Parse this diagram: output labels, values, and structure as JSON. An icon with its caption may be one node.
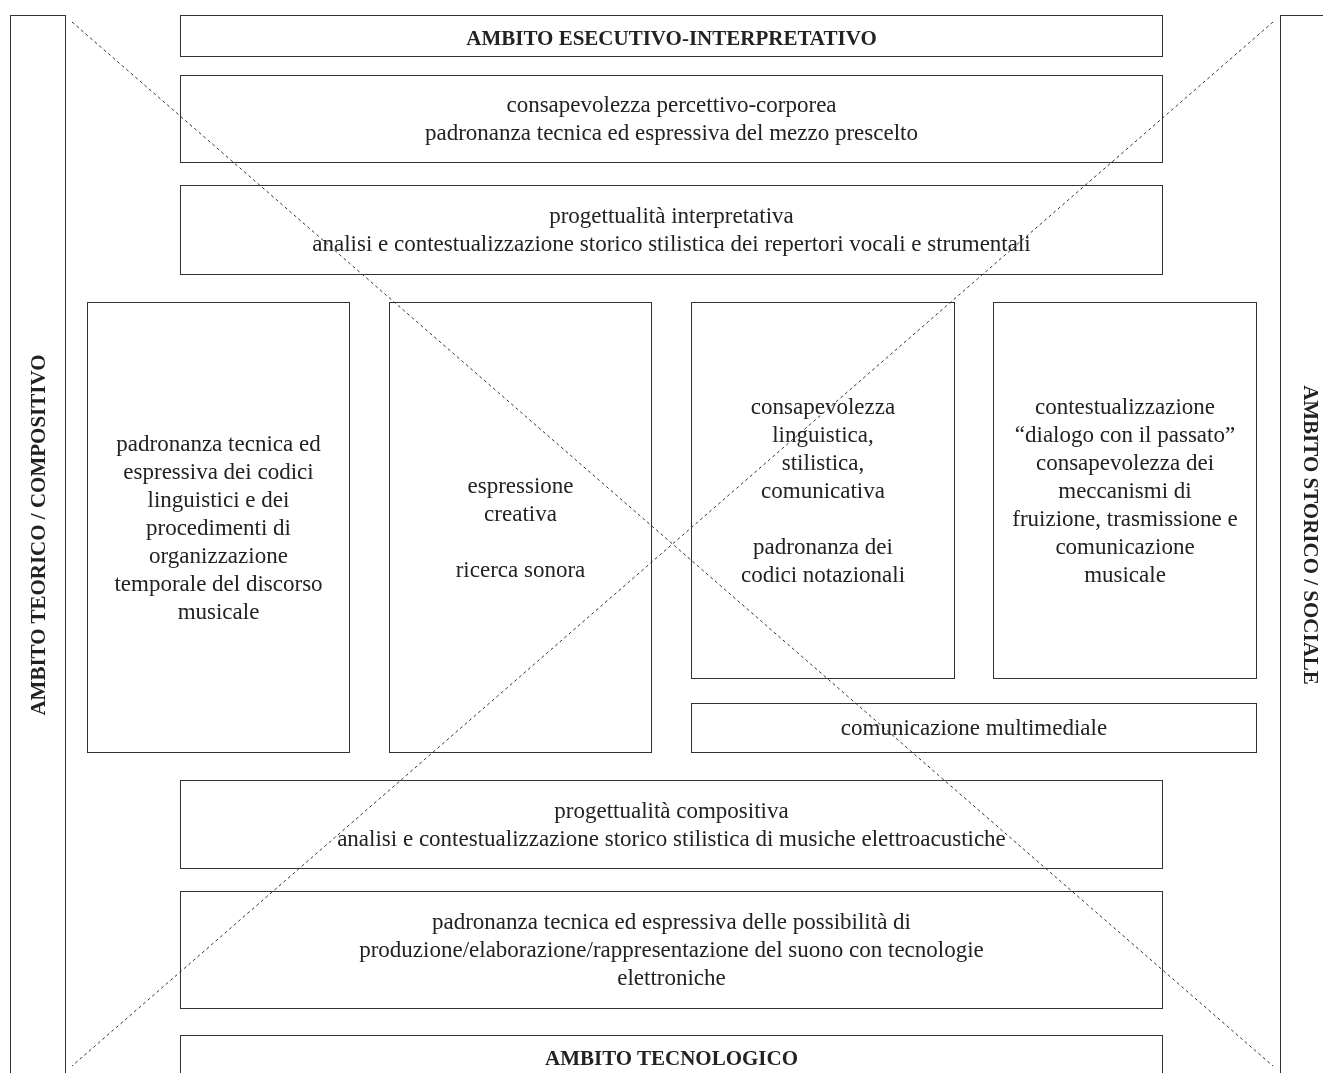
{
  "diagram": {
    "nodes": [
      {
        "text": [
          "AMBITO TEORICO / COMPOSITIVO"
        ]
      },
      {
        "text": [
          "AMBITO ESECUTIVO-INTERPRETATIVO"
        ]
      },
      {
        "text": [
          "consapevolezza percettivo-corporea",
          "padronanza tecnica ed espressiva del mezzo prescelto"
        ]
      },
      {
        "text": [
          "progettualità interpretativa",
          "analisi e contestualizzazione storico stilistica dei repertori vocali e strumentali"
        ]
      },
      {
        "text": [
          "padronanza tecnica ed espressiva dei codici linguistici e dei procedimenti di organizzazione temporale del discorso musicale"
        ]
      },
      {
        "text": [
          "espressione creativa",
          "ricerca sonora"
        ]
      },
      {
        "text": [
          "consapevolezza linguistica, stilistica, comunicativa",
          "padronanza dei codici notazionali"
        ]
      },
      {
        "text": [
          "contestualizzazione “dialogo con il passato”",
          "consapevolezza dei meccanismi di fruizione, trasmissione e comunicazione musicale"
        ]
      },
      {
        "text": [
          "comunicazione multimediale"
        ]
      },
      {
        "text": [
          "progettualità compositiva",
          "analisi e contestualizzazione storico stilistica di musiche elettroacustiche"
        ]
      },
      {
        "text": [
          "padronanza tecnica ed espressiva delle possibilità di produzione/elaborazione/rappresentazione del suono con tecnologie elettroniche"
        ]
      },
      {
        "text": [
          "AMBITO TECNOLOGICO"
        ]
      },
      {
        "text": [
          "AMBITO STORICO / SOCIALE"
        ]
      }
    ],
    "edges": []
  }
}
